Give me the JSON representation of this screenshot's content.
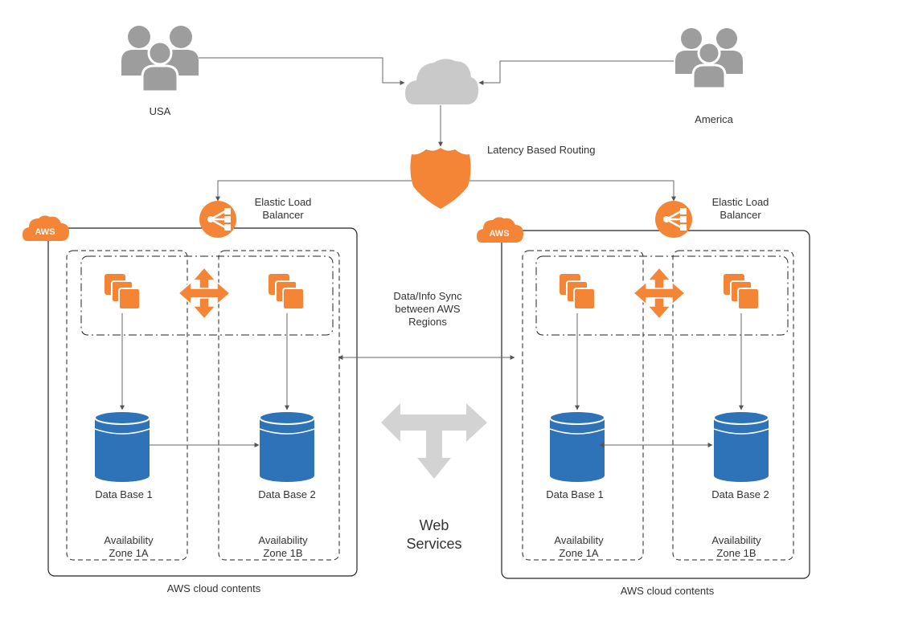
{
  "users": {
    "left_label": "USA",
    "right_label": "America"
  },
  "routing": {
    "label": "Latency Based Routing"
  },
  "sync": {
    "line1": "Data/Info Sync",
    "line2": "between AWS",
    "line3": "Regions"
  },
  "web_services": {
    "line1": "Web",
    "line2": "Services"
  },
  "regions": [
    {
      "badge": "AWS",
      "elb_line1": "Elastic Load",
      "elb_line2": "Balancer",
      "db1": "Data Base 1",
      "db2": "Data Base 2",
      "zone_a_line1": "Availability",
      "zone_a_line2": "Zone 1A",
      "zone_b_line1": "Availability",
      "zone_b_line2": "Zone 1B",
      "caption": "AWS cloud contents"
    },
    {
      "badge": "AWS",
      "elb_line1": "Elastic Load",
      "elb_line2": "Balancer",
      "db1": "Data Base 1",
      "db2": "Data Base 2",
      "zone_a_line1": "Availability",
      "zone_a_line2": "Zone 1A",
      "zone_b_line1": "Availability",
      "zone_b_line2": "Zone 1B",
      "caption": "AWS cloud contents"
    }
  ],
  "colors": {
    "aws_orange": "#F58536",
    "db_blue": "#2E73B8",
    "user_gray": "#9D9D9D",
    "cloud_gray": "#C9C9C9",
    "web_arrow_gray": "#D3D3D3"
  }
}
